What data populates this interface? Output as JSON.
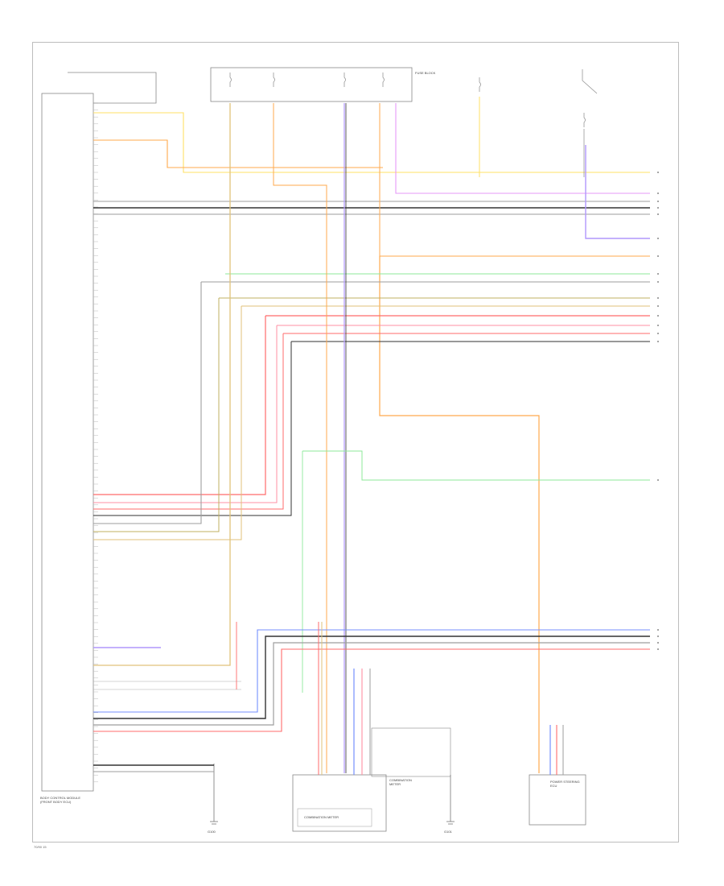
{
  "diagram": {
    "ecm_label": "BODY CONTROL MODULE (FRONT BODY ECU)",
    "fuse_box_label": "FUSE BLOCK",
    "combination_meter_label": "COMBINATION METER",
    "meter_inner_label": "COMBINATION METER",
    "right_module_label": "POWER STEERING ECU",
    "ground_left": "G100",
    "ground_right": "G101",
    "ref_code": "70/90 15",
    "colors": {
      "red": "#ff6b6b",
      "pink": "#ff8fa3",
      "orange": "#ffa94d",
      "yellow": "#ffe066",
      "light_yellow": "#fff3a0",
      "tan": "#e0c27a",
      "green": "#8ce99a",
      "blue": "#748ffc",
      "violet": "#b197fc",
      "magenta": "#e599f7",
      "black": "#333333",
      "gray": "#9e9e9e",
      "olive": "#c0b060"
    }
  }
}
